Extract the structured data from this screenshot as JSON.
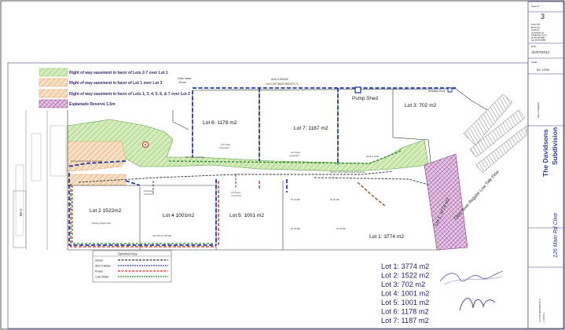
{
  "legend": {
    "items": [
      {
        "label": "Right of way easement in favor of  Lots 2-7 over Lot 1",
        "fill": "#c8e6a8",
        "stripe": "#8cc86a"
      },
      {
        "label": "Right of way easement in favor of  Lot 1 over Lot 3",
        "fill": "#f5dcc0",
        "stripe": "#e8a868"
      },
      {
        "label": "Right of way easement in favor of  Lots 1, 3, 4, 5, 6, & 7 over Lot 2",
        "fill": "#f5dcc0",
        "stripe": "#d9a06a"
      },
      {
        "label": "Esplanade Reserve 1.5m",
        "fill": "#d8b4d8",
        "stripe": "#9a5a9a"
      }
    ]
  },
  "lots": {
    "lot6": "Lot 6: 1178 m2",
    "lot7": "Lot 7: 1187 m2",
    "lot3": "Lot 3: 702 m2",
    "lot2": "Lot 2 1522m2",
    "lot4": "Lot 4 1001m2",
    "lot5": "Lot 5: 1001 m2",
    "lot1": "Lot 1: 3774 m2"
  },
  "labels": {
    "pump_shed": "Pump Shed",
    "gate_valve": "Gate Valve",
    "gate_size": "32mm",
    "area": "Area 1262m2",
    "dp": "Lot 4  DP 5605  HB157/171",
    "artesian": "Artesian Bore",
    "sewer_conn_1": "110 Sewer",
    "sewer_conn_1b": "Connection",
    "sewer_conn_2": "110 Sewer",
    "sewer_conn_2b": "Connection",
    "sewer_conn_3": "110 Sewer",
    "sewer_conn_3b": "Connection",
    "sewer_conn_4": "110 Sewer",
    "sewer_conn_4b": "Connection",
    "sewer_conn_5": "110 Sewer",
    "sewer_conn_5b": "Connection",
    "new_watermain": "New 500mm SW MH",
    "existing_zapple": "Existing Zapple Cafe",
    "existing_sewer": "Existing 160mm Sewer Connection",
    "bh2": "BH 2",
    "rl_sample": "RL 50.480",
    "pipe_label": "160mm uPVC Sewer Line & Inspection",
    "river_label": "Clive River Regular Low Tide Flow",
    "lot1_rotated": "Lot 1: 3774 m2",
    "cctv": "Existing Paths"
  },
  "services_key": {
    "title": "Services Key",
    "items": [
      {
        "label": "Sewer",
        "color": "#333333",
        "dash": "3,1.5"
      },
      {
        "label": "Storm Water",
        "color": "#2a3fbf",
        "dash": "2,1"
      },
      {
        "label": "Power",
        "color": "#d42a2a",
        "dash": "3,1.5"
      },
      {
        "label": "Cold Water",
        "color": "#2a8a2a",
        "dash": "2,1"
      }
    ]
  },
  "summary": [
    "Lot 1: 3774 m2",
    "Lot 2: 1522 m2",
    "Lot 3:   702 m2",
    "Lot 4: 1001 m2",
    "Lot 5: 1001 m2",
    "Lot 6: 1178 m2",
    "Lot 7: 1187 m2"
  ],
  "title_block": {
    "sheet_label": "Sheet #",
    "sheet_number": "3",
    "drawn_by": "Drawn By:",
    "firm_lines": [
      "Bill Fraser",
      "Interlined",
      "Consulting Ltd",
      "info@billsco.co.nz",
      "Ph 06 878 8887",
      "Fax 06 878 8887"
    ],
    "date_label": "Date:",
    "date_value": "31/07/2013",
    "scale_label": "Scale:",
    "scale_value": "A1 1:500",
    "title": "The Davidsons",
    "subtitle": "Subdivision",
    "address": "126 Main Rd Clive",
    "legal_lines": [
      "Lot 4 DP 5605 HB157/171",
      "1 0754 ha"
    ],
    "rev_text": "Plan of Subdivision"
  },
  "colors": {
    "stormwater": "#1f3aa8",
    "power": "#d42020",
    "sewer": "#333333",
    "water": "#2a8a2a",
    "border": "#4a3c8a"
  }
}
